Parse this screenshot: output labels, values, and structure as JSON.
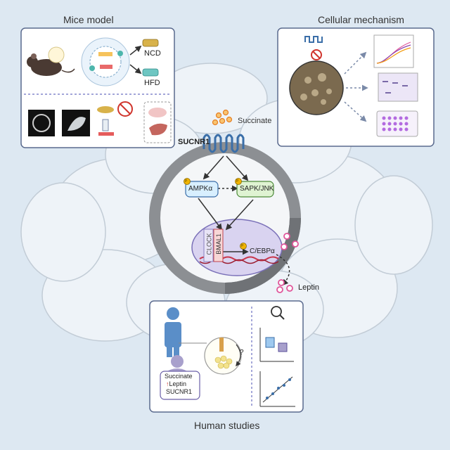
{
  "panels": {
    "mice_model": {
      "title": "Mice model",
      "ncd_label": "NCD",
      "hfd_label": "HFD"
    },
    "cellular_mechanism": {
      "title": "Cellular mechanism"
    },
    "human_studies": {
      "title": "Human studies",
      "box_lines": [
        "Succinate",
        "Leptin",
        "SUCNR1"
      ],
      "question_mark": "?"
    }
  },
  "receptor": {
    "label": "SUCNR1",
    "ligand_label": "Succinate"
  },
  "signaling": {
    "kinase1": "AMPKα",
    "kinase2": "SAPK/JNK",
    "phospho": "P",
    "clock": "CLOCK",
    "bmal1": "BMAL1",
    "cebpa": "C/EBPα",
    "output_label": "Leptin"
  },
  "colors": {
    "background": "#dde8f2",
    "panel_border": "#5a6a8e",
    "cell_ring": "#8c8f93",
    "nucleus": "#d9d3f0",
    "kinase1_fill": "#d8efff",
    "kinase2_fill": "#dff3d2",
    "phospho": "#f0b400",
    "leptin": "#e0559a",
    "succinate": "#f39c12"
  }
}
